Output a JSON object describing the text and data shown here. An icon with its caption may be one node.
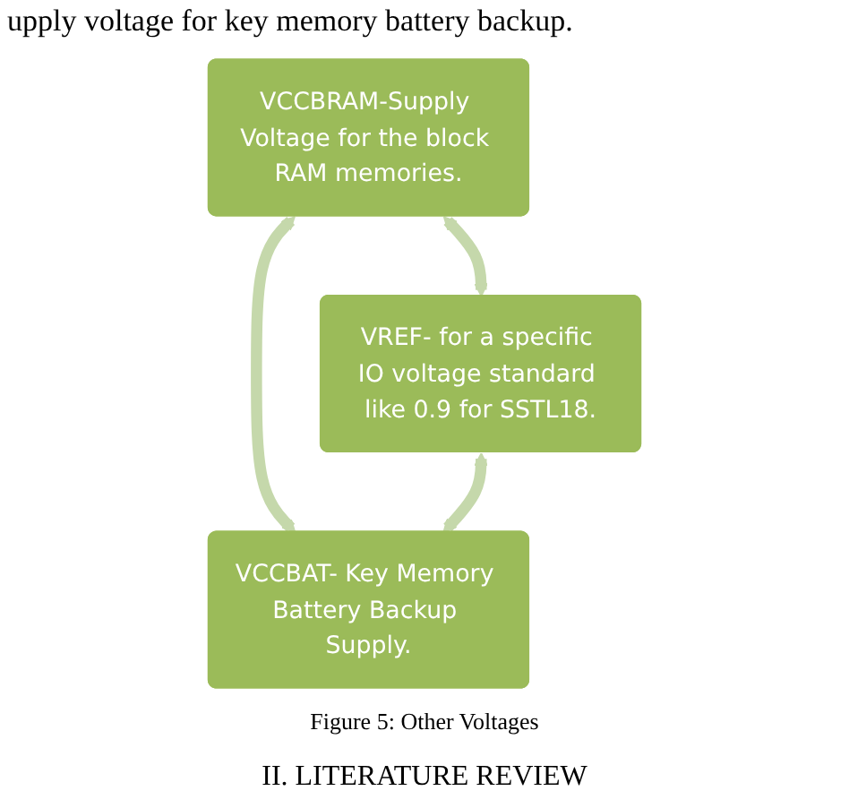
{
  "diagram": {
    "caption": "Figure 5: Other Voltages",
    "nodes": [
      {
        "text": [
          "VCCBRAM-Supply Voltage for the block RAM memories."
        ]
      },
      {
        "text": [
          "VREF- for a specific IO voltage standard like 0.9 for SSTL18."
        ]
      },
      {
        "text": [
          "VCCBAT- Key Memory Battery Backup Supply."
        ]
      }
    ],
    "edges": [
      {
        "from": 0,
        "to": 1,
        "arrow": "both"
      },
      {
        "from": 0,
        "to": 2,
        "arrow": "both"
      },
      {
        "from": 1,
        "to": 2,
        "arrow": "both"
      }
    ],
    "labels": [
      "upply voltage for key memory battery backup.",
      "II. LITERATURE REVIEW"
    ]
  }
}
